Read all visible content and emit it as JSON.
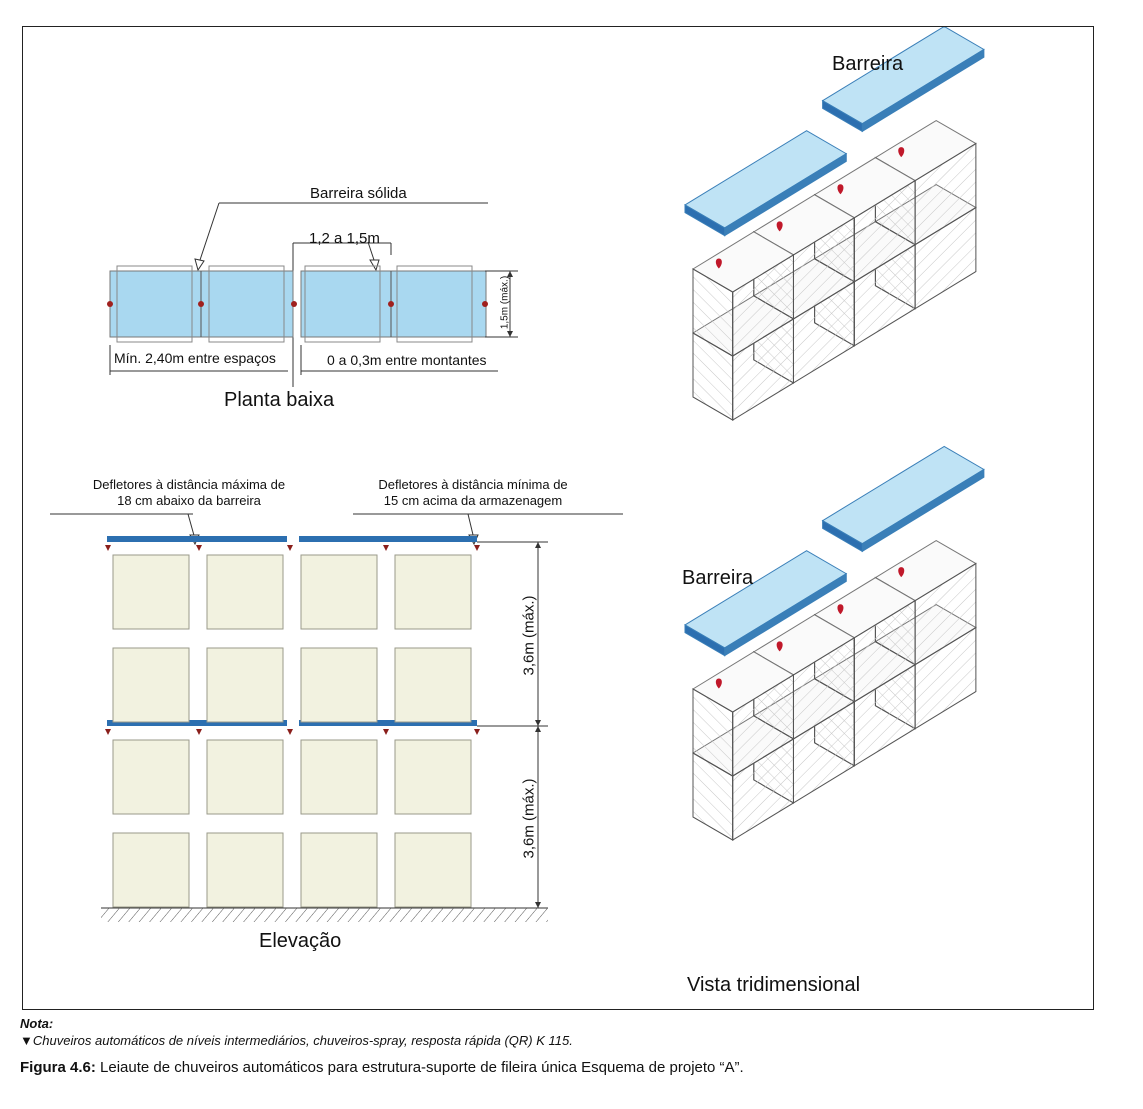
{
  "labels": {
    "solid_barrier": "Barreira sólida",
    "spacing_12_15": "1,2 a 1,5m",
    "max_15": "1,5m (máx.)",
    "min_240": "Mín. 2,40m entre espaços",
    "uprights": "0 a 0,3m entre montantes",
    "plan_view": "Planta baixa",
    "deflector_max_1": "Defletores à distância máxima de",
    "deflector_max_2": "18 cm abaixo da barreira",
    "deflector_min_1": "Defletores à distância mínima de",
    "deflector_min_2": "15 cm acima da armazenagem",
    "height_top": "3,6m (máx.)",
    "height_bottom": "3,6m (máx.)",
    "elevation": "Elevação",
    "barrier_top": "Barreira",
    "barrier_bottom": "Barreira",
    "three_d_view": "Vista tridimensional"
  },
  "note": {
    "title": "Nota:",
    "text": "▼Chuveiros automáticos de níveis intermediários, chuveiros-spray, resposta rápida (QR) K 115."
  },
  "caption": {
    "label": "Figura 4.6:",
    "text": "Leiaute de chuveiros automáticos para estrutura-suporte de fileira única Esquema de projeto “A”."
  },
  "colors": {
    "barrier_fill": "#bfe3f5",
    "barrier_edge": "#3a7fb8",
    "storage_fill": "#f2f2e0",
    "sprinkler": "#c0182a",
    "plan_fill": "#a9d8f0"
  }
}
